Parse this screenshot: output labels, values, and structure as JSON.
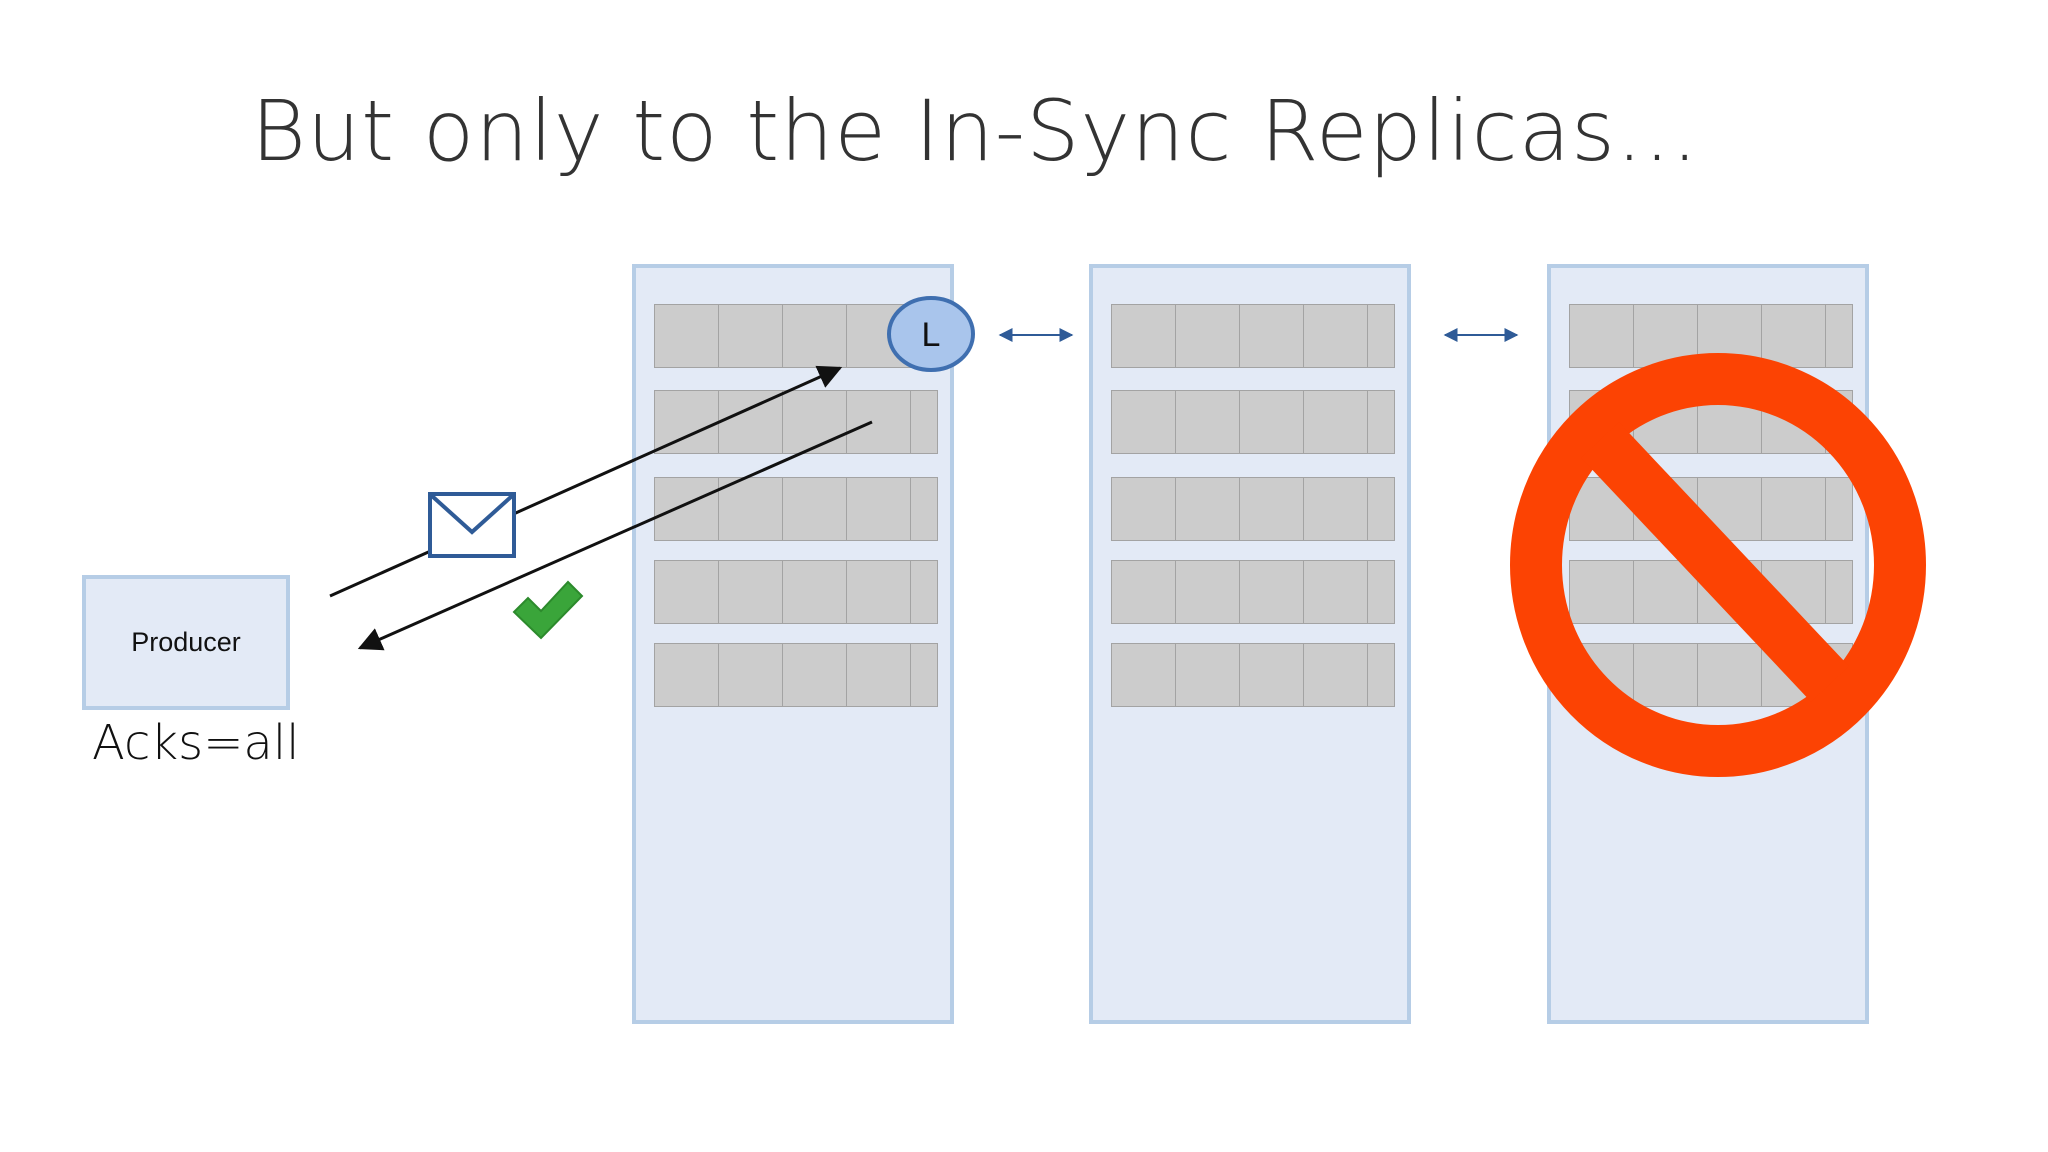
{
  "slide": {
    "title": "But only to the In-Sync Replicas..."
  },
  "producer": {
    "label": "Producer",
    "acks_label": "Acks=all"
  },
  "leader_marker": {
    "label": "L"
  },
  "brokers": [
    {
      "role": "leader",
      "status": "in-sync"
    },
    {
      "role": "follower",
      "status": "in-sync"
    },
    {
      "role": "follower",
      "status": "out-of-sync"
    }
  ],
  "icons": {
    "message": "envelope-icon",
    "ack": "checkmark-icon",
    "prohibited": "no-symbol-icon",
    "replication": "double-arrow-icon"
  },
  "colors": {
    "broker_fill": "#e3eaf6",
    "broker_border": "#b6cde6",
    "log_fill": "#cccccc",
    "leader_fill": "#a9c5ec",
    "leader_border": "#3f6fb0",
    "no_symbol": "#fc4303",
    "check": "#3aa53a",
    "envelope": "#2f5b97"
  }
}
